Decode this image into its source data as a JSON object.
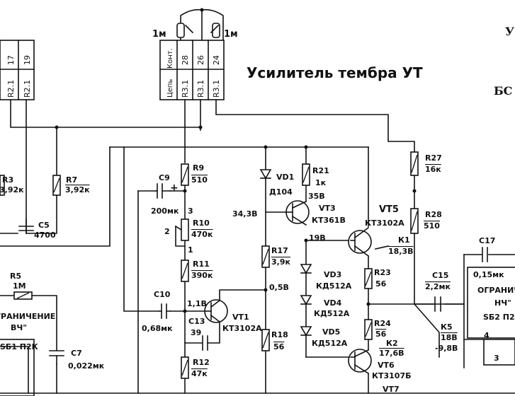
{
  "title": "Усилитель тембра УТ",
  "edge_labels": {
    "top_right": "У",
    "mid_right": "БС"
  },
  "knob_labels": {
    "left": "1м",
    "right": "1м"
  },
  "connector": {
    "header_chain": "Цепь",
    "header_contact": "Конт.",
    "chain": [
      "R3.1",
      "R3.1",
      "R3.1"
    ],
    "contact": [
      "28",
      "26",
      "24"
    ]
  },
  "left_connector": {
    "chain": [
      "R2.1",
      "R2.1"
    ],
    "contact": [
      "17",
      "19"
    ]
  },
  "components": {
    "R3": {
      "name": "R3",
      "value": "3,92к"
    },
    "R7": {
      "name": "R7",
      "value": "3,92к"
    },
    "C5": {
      "name": "C5",
      "value": "4700"
    },
    "R5": {
      "name": "R5",
      "value": "1М"
    },
    "C7": {
      "name": "C7",
      "value": "0,022мк"
    },
    "C9": {
      "name": "C9",
      "value": "200мк"
    },
    "R9": {
      "name": "R9",
      "value": "510"
    },
    "R10": {
      "name": "R10",
      "value": "470к"
    },
    "R11": {
      "name": "R11",
      "value": "390к"
    },
    "C10": {
      "name": "C10",
      "value": "0,68мк"
    },
    "C13": {
      "name": "C13",
      "value": "39"
    },
    "R12": {
      "name": "R12",
      "value": "47к"
    },
    "VT1": {
      "name": "VT1",
      "value": "КТ3102А"
    },
    "VD1": {
      "name": "VD1",
      "value": "Д104"
    },
    "R21": {
      "name": "R21",
      "value": "1к"
    },
    "VT3": {
      "name": "VT3",
      "value": "КТ361В"
    },
    "R17": {
      "name": "R17",
      "value": "3,9к"
    },
    "R18": {
      "name": "R18",
      "value": "56"
    },
    "VD3": {
      "name": "VD3",
      "value": "КД512А"
    },
    "VD4": {
      "name": "VD4",
      "value": "КД512А"
    },
    "VD5": {
      "name": "VD5",
      "value": "КД512А"
    },
    "VT5": {
      "name": "VT5",
      "value": "КТ3102А"
    },
    "R27": {
      "name": "R27",
      "value": "16к"
    },
    "R28": {
      "name": "R28",
      "value": "510"
    },
    "K1": {
      "name": "К1",
      "value": "18,3В"
    },
    "R23": {
      "name": "R23",
      "value": "56"
    },
    "R24": {
      "name": "R24",
      "value": "56"
    },
    "K2": {
      "name": "К2",
      "value": "17,6В"
    },
    "VT6": {
      "name": "VT6",
      "value": "КТ3107Б"
    },
    "VT7": {
      "name": "VT7"
    },
    "C15": {
      "name": "C15",
      "value": "2,2мк"
    },
    "K5": {
      "name": "К5",
      "value": "18В",
      "value2": "-9,8В"
    },
    "C17": {
      "name": "C17",
      "value": "0,15мк"
    }
  },
  "voltages": {
    "v1": "34,3В",
    "v2": "35В",
    "v3": "19В",
    "v4": "0,5В",
    "v5": "1,1В"
  },
  "pins": {
    "p1": "1",
    "p2": "2",
    "p3": "3",
    "p4": "4",
    "p5": "3"
  },
  "blocks": {
    "limiter_hf": {
      "line1": "ГРАНИЧЕНИЕ",
      "line2": "ВЧ\""
    },
    "limiter_lf": {
      "line1": "ОГРАНИЧ",
      "line2": "НЧ\""
    },
    "sb1": "SБ1 П2К",
    "sb2": "SБ2 П2"
  },
  "plus_sign": "+"
}
